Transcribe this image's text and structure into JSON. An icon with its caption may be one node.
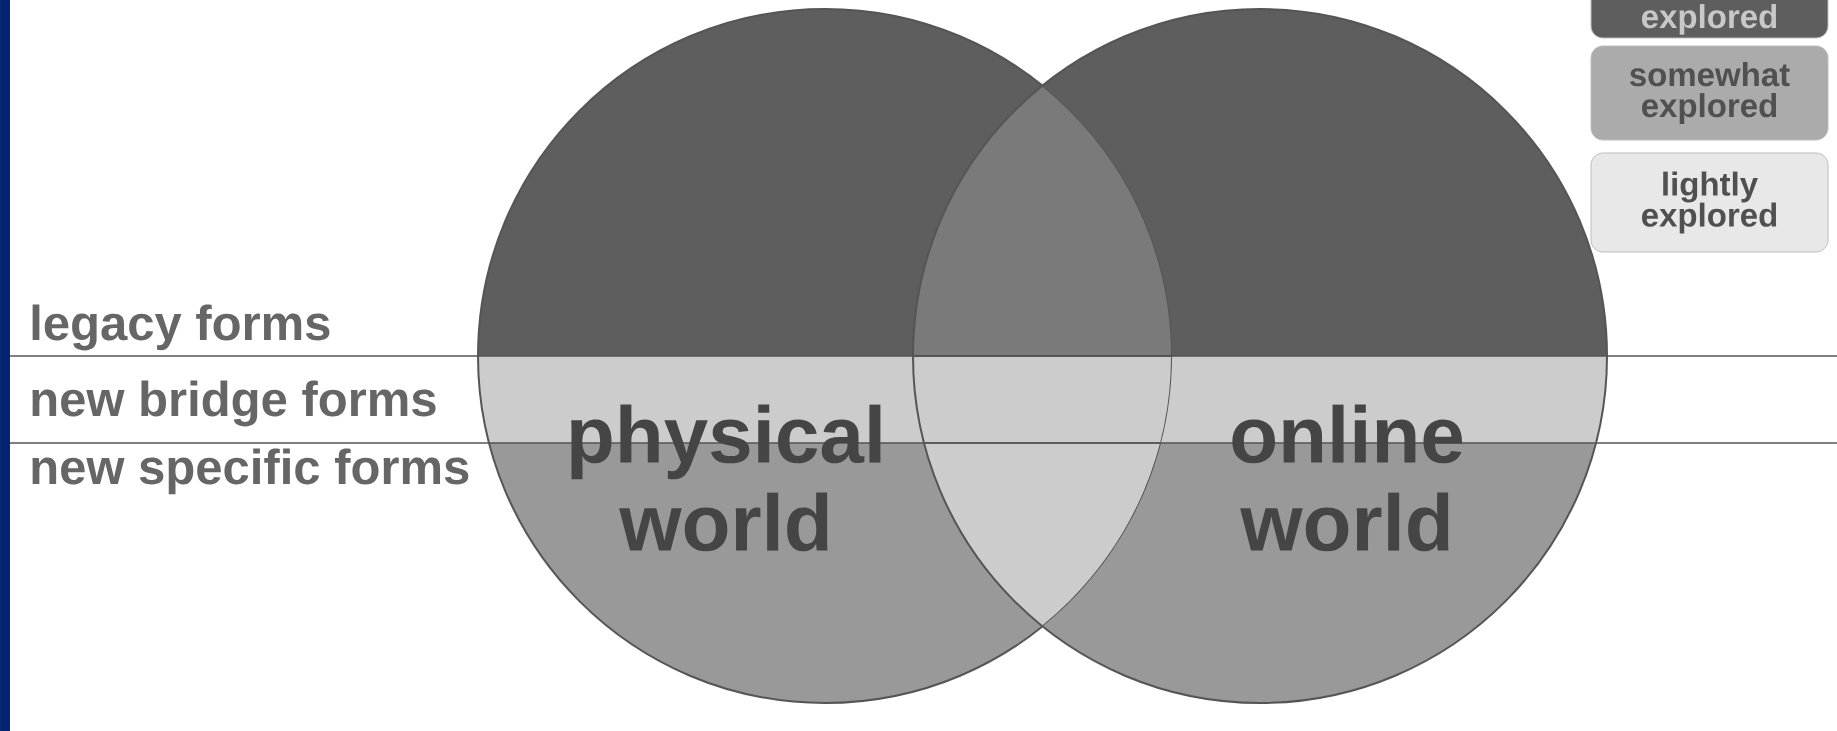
{
  "diagram": {
    "nodes": [
      {
        "text": [
          "physical world"
        ]
      },
      {
        "text": [
          "online world"
        ]
      }
    ],
    "labels": [
      "legacy forms",
      "new bridge forms",
      "new specific forms"
    ],
    "legend": [
      {
        "text": "explored",
        "color": "#5e5e5e"
      },
      {
        "text": "somewhat explored",
        "color": "#ababab"
      },
      {
        "text": "lightly explored",
        "color": "#e8e8e8"
      }
    ]
  }
}
